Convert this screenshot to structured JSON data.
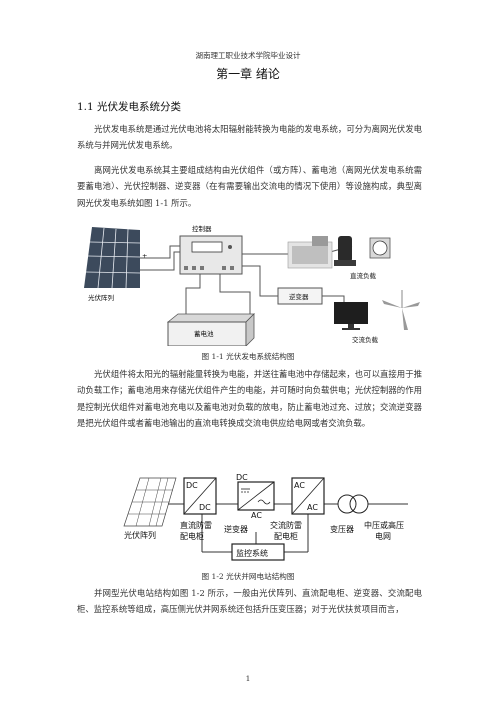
{
  "header": {
    "school": "湖南理工职业技术学院毕业设计"
  },
  "chapter": {
    "title": "第一章  绪论"
  },
  "section": {
    "title": "1.1  光伏发电系统分类"
  },
  "paragraphs": [
    "光伏发电系统是通过光伏电池将太阳辐射能转换为电能的发电系统，可分为离网光伏发电系统与并网光伏发电系统。",
    "离网光伏发电系统其主要组成结构由光伏组件（或方阵）、蓄电池（离网光伏发电系统需要蓄电池）、光伏控制器、逆变器（在有需要输出交流电的情况下使用）等设施构成，典型离网光伏发电系统如图 1-1 所示。",
    "光伏组件将太阳光的辐射能量转换为电能，并送往蓄电池中存储起来，也可以直接用于推动负载工作；蓄电池用来存储光伏组件产生的电能，并可随时向负载供电；光伏控制器的作用是控制光伏组件对蓄电池充电以及蓄电池对负载的放电，防止蓄电池过充、过放；交流逆变器是把光伏组件或者蓄电池输出的直流电转换成交流电供应给电网或者交流负载。",
    "并网型光伏电站结构如图 1-2 所示，一般由光伏阵列、直流配电柜、逆变器、交流配电柜、监控系统等组成，高压侧光伏并网系统还包括升压变压器；对于光伏扶贫项目而言，"
  ],
  "figure1": {
    "caption": "图 1-1  光伏发电系统结构图",
    "labels": {
      "controller": "控制器",
      "array": "光伏阵列",
      "battery": "蓄电池",
      "inverter": "逆变器",
      "dc_load": "直流负载",
      "ac_load": "交流负载",
      "plus": "+",
      "minus": "-"
    }
  },
  "figure2": {
    "caption": "图 1-2  光伏并网电站结构图",
    "labels": {
      "pv_array": "光伏阵列",
      "dc_cab_1": "直流防雷",
      "dc_cab_2": "配电柜",
      "inverter": "逆变器",
      "ac_cab_1": "交流防雷",
      "ac_cab_2": "配电柜",
      "transformer": "变压器",
      "grid_1": "中压或高压",
      "grid_2": "电网",
      "monitor": "监控系统",
      "dc": "DC",
      "ac": "AC"
    }
  },
  "page_number": "1"
}
